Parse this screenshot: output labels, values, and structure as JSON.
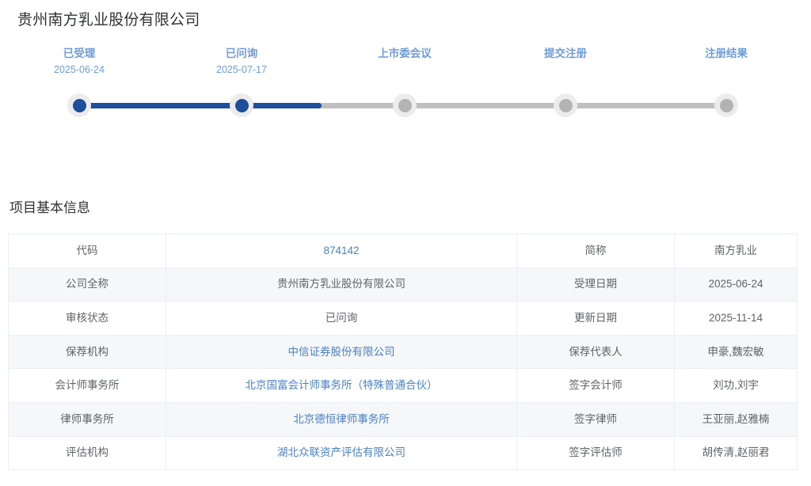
{
  "page": {
    "company_title": "贵州南方乳业股份有限公司",
    "section_heading": "项目基本信息"
  },
  "colors": {
    "step_active": "#1f4e9c",
    "step_inactive": "#b3b3b3",
    "step_label": "#6f9bd8",
    "link": "#4a81c4",
    "row_alt_bg": "#f6f7f9",
    "border": "#ebeef5"
  },
  "stepper": {
    "steps": [
      {
        "label": "已受理",
        "date": "2025-06-24",
        "state": "done"
      },
      {
        "label": "已问询",
        "date": "2025-07-17",
        "state": "done"
      },
      {
        "label": "上市委会议",
        "date": "",
        "state": "pending"
      },
      {
        "label": "提交注册",
        "date": "",
        "state": "pending"
      },
      {
        "label": "注册结果",
        "date": "",
        "state": "pending"
      }
    ],
    "progress_percent": 37
  },
  "info_table": {
    "rows": [
      {
        "label_left": "代码",
        "value_left": "874142",
        "value_left_is_link": true,
        "label_right": "简称",
        "value_right": "南方乳业"
      },
      {
        "label_left": "公司全称",
        "value_left": "贵州南方乳业股份有限公司",
        "value_left_is_link": false,
        "label_right": "受理日期",
        "value_right": "2025-06-24"
      },
      {
        "label_left": "审核状态",
        "value_left": "已问询",
        "value_left_is_link": false,
        "label_right": "更新日期",
        "value_right": "2025-11-14"
      },
      {
        "label_left": "保荐机构",
        "value_left": "中信证券股份有限公司",
        "value_left_is_link": true,
        "label_right": "保荐代表人",
        "value_right": "申豪,魏宏敏"
      },
      {
        "label_left": "会计师事务所",
        "value_left": "北京国富会计师事务所（特殊普通合伙）",
        "value_left_is_link": true,
        "label_right": "签字会计师",
        "value_right": "刘功,刘宇"
      },
      {
        "label_left": "律师事务所",
        "value_left": "北京德恒律师事务所",
        "value_left_is_link": true,
        "label_right": "签字律师",
        "value_right": "王亚丽,赵雅楠"
      },
      {
        "label_left": "评估机构",
        "value_left": "湖北众联资产评估有限公司",
        "value_left_is_link": true,
        "label_right": "签字评估师",
        "value_right": "胡传清,赵丽君"
      }
    ]
  }
}
